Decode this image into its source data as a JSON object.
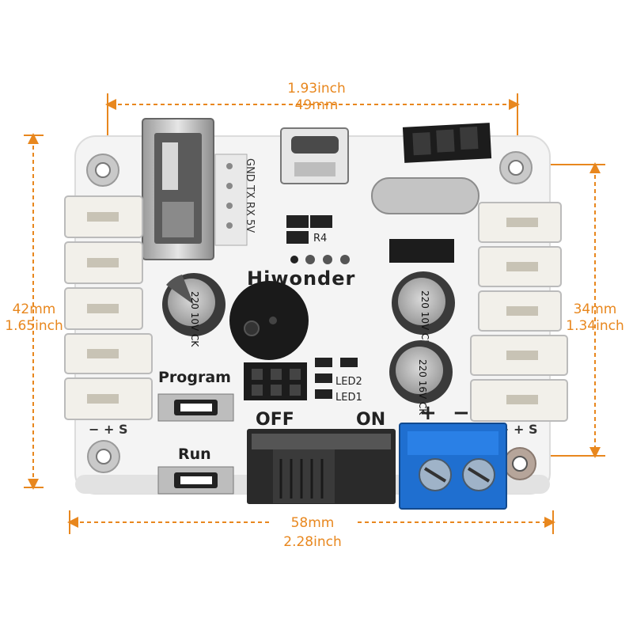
{
  "dimensions": {
    "top_inch": "1.93inch",
    "top_mm": "49mm",
    "left_mm": "42mm",
    "left_inch": "1.65inch",
    "right_mm": "34mm",
    "right_inch": "1.34inch",
    "bottom_mm": "58mm",
    "bottom_inch": "2.28inch"
  },
  "board": {
    "brand": "Hiwonder",
    "header_pins": "GND TX RX 5V",
    "resistor_label": "R4",
    "led2_label": "LED2",
    "led1_label": "LED1",
    "program_label": "Program",
    "run_label": "Run",
    "off_label": "OFF",
    "on_label": "ON",
    "plus_label": "+",
    "minus_label": "−",
    "servo_pins_left": "− + S",
    "servo_pins_right": "− + S",
    "cap1_text": "220 10V CK",
    "cap2_text": "220 10V CK",
    "cap3_text": "220 16V CK"
  },
  "colors": {
    "dimension": "#e8871e",
    "board": "#f4f4f4",
    "terminal": "#1f6fd0",
    "connector": "#f2f0ea"
  }
}
